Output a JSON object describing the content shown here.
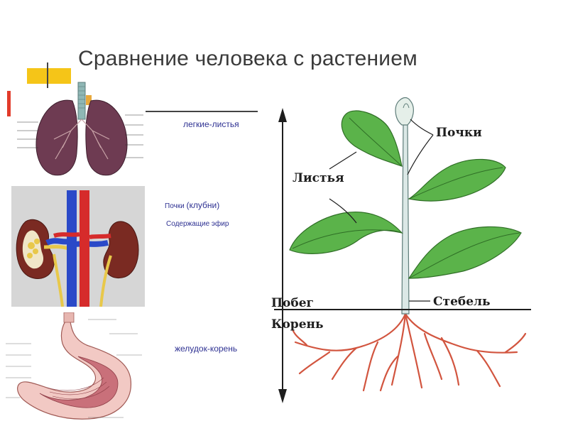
{
  "slide": {
    "title": "Сравнение человека с растением"
  },
  "comparisons": {
    "lungs_leaves": "легкие-листья",
    "kidneys_line1_a": "Почки ",
    "kidneys_line1_b": "(клубни)",
    "kidneys_line2": "Содержащие эфир",
    "stomach_root": "желудок-корень"
  },
  "plant": {
    "labels": {
      "buds": "Почки",
      "leaves": "Листья",
      "shoot": "Побег",
      "stem": "Стебель",
      "root": "Корень"
    }
  },
  "colors": {
    "accent_yellow": "#f5c518",
    "accent_red": "#e23b2a",
    "caption_blue": "#2e3192",
    "leaf_green": "#5bb34a",
    "root_red": "#d2553f",
    "artery_red": "#d62b2b",
    "vein_blue": "#2a49c8",
    "kidney_brown": "#7a2a22",
    "lung_purple": "#6e3b52"
  }
}
